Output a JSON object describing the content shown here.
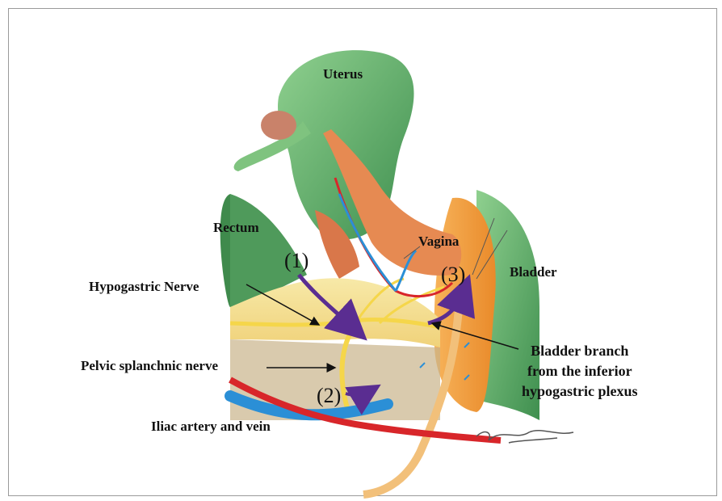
{
  "labels": {
    "uterus": "Uterus",
    "rectum": "Rectum",
    "vagina": "Vagina",
    "bladder": "Bladder",
    "hypogastric_nerve": "Hypogastric Nerve",
    "pelvic_splanchnic_nerve": "Pelvic splanchnic nerve",
    "iliac_artery_vein": "Iliac artery and vein",
    "bladder_branch_line1": "Bladder branch",
    "bladder_branch_line2": "from the inferior",
    "bladder_branch_line3": "hypogastric plexus"
  },
  "markers": {
    "m1": "(1)",
    "m2": "(2)",
    "m3": "(3)"
  },
  "colors": {
    "uterus_green": "#5fae6a",
    "bladder_orange": "#f0a040",
    "nerve_yellow": "#f5d64a",
    "artery_red": "#d8262a",
    "vein_blue": "#2b8fd6",
    "arrow_purple": "#5a2d91"
  }
}
